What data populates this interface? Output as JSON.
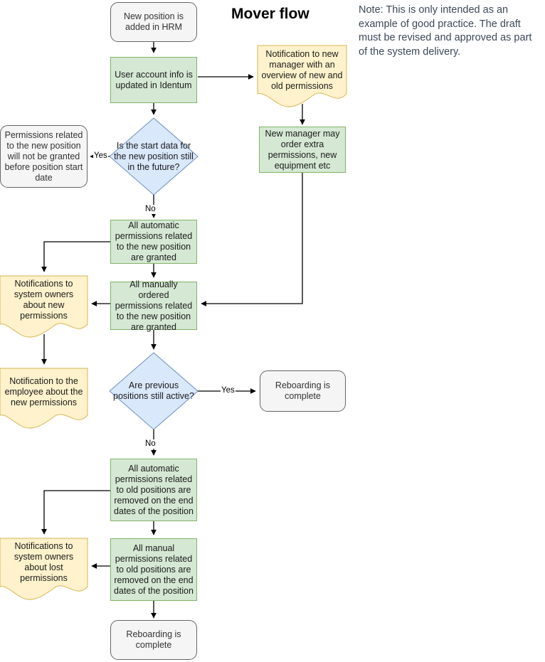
{
  "title": "Mover flow",
  "note": "Note: This is only intended as an example of good practice. The draft must be revised and approved as part of the system delivery.",
  "nodes": {
    "start": "New position is added in HRM",
    "user_account": "User account info is updated in Identum",
    "notify_manager": "Notification to new manager with an overview of new and old permissions",
    "decision_start_date": "Is the start data for the new position still in the future?",
    "permissions_not_granted": "Permissions related to the new position will not be granted before position start date",
    "manager_order_extra": "New manager may order extra permissions, new equipment etc",
    "auto_permissions_new": "All automatic permissions related to the new position are granted",
    "notify_owners_new": "Notifications to system owners about new permissions",
    "manual_permissions_new": "All manually ordered permissions related to the new position are granted",
    "notify_employee_new": "Notification to the employee about the new permissions",
    "decision_previous_positions": "Are previous positions still active?",
    "reboarding_complete_top": "Reboarding is complete",
    "auto_permissions_old": "All automatic permissions related to old positions are removed on the end dates of the position",
    "notify_owners_lost": "Notifications to system owners about lost permissions",
    "manual_permissions_old": "All manual permissions related to old positions are removed on the end dates of the position",
    "reboarding_complete_bottom": "Reboarding is complete"
  },
  "edge_labels": {
    "yes_start_date": "Yes",
    "no_start_date": "No",
    "yes_previous": "Yes",
    "no_previous": "No"
  },
  "colors": {
    "process_fill": "#d5e8d4",
    "process_stroke": "#82b366",
    "decision_fill": "#dae8fc",
    "decision_stroke": "#6c8ebf",
    "document_fill": "#fff2cc",
    "document_stroke": "#d6b656",
    "terminator_fill": "#f5f5f5",
    "terminator_stroke": "#666666",
    "connector": "#000000",
    "note_text": "#3c4858"
  }
}
